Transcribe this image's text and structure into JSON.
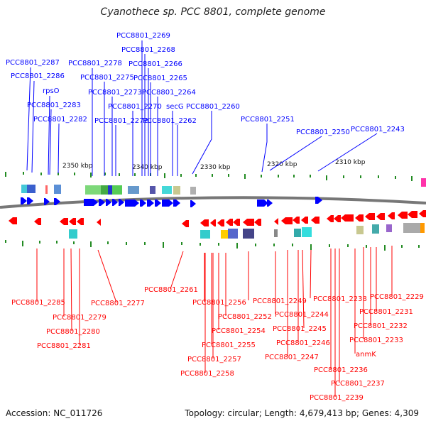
{
  "title": "Cyanothece sp. PCC 8801, complete genome",
  "footer": {
    "accession": "Accession: NC_011726",
    "topology": "Topology: circular; Length: 4,679,413 bp; Genes: 4,309"
  },
  "colors": {
    "top_strand": "#0000ff",
    "bottom_strand": "#ff0000",
    "tick": "#228b22",
    "backbone": "#777777"
  },
  "ruler": [
    {
      "label": "2350 kbp"
    },
    {
      "label": "2340 kbp"
    },
    {
      "label": "2330 kbp"
    },
    {
      "label": "2320 kbp"
    },
    {
      "label": "2310 kbp"
    }
  ],
  "top_labels": [
    {
      "text": "PCC8801_2287"
    },
    {
      "text": "PCC8801_2286"
    },
    {
      "text": "rpsO"
    },
    {
      "text": "PCC8801_2283"
    },
    {
      "text": "PCC8801_2282"
    },
    {
      "text": "PCC8801_2278"
    },
    {
      "text": "PCC8801_2275"
    },
    {
      "text": "PCC8801_2273"
    },
    {
      "text": "PCC8801_2272"
    },
    {
      "text": "PCC8801_2270"
    },
    {
      "text": "PCC8801_2269"
    },
    {
      "text": "PCC8801_2268"
    },
    {
      "text": "PCC8801_2266"
    },
    {
      "text": "PCC8801_2265"
    },
    {
      "text": "PCC8801_2264"
    },
    {
      "text": "secG"
    },
    {
      "text": "PCC8801_2262"
    },
    {
      "text": "PCC8801_2260"
    },
    {
      "text": "PCC8801_2251"
    },
    {
      "text": "PCC8801_2250"
    },
    {
      "text": "PCC8801_2243"
    }
  ],
  "bottom_labels": [
    {
      "text": "PCC8801_2285"
    },
    {
      "text": "PCC8801_2279"
    },
    {
      "text": "PCC8801_2280"
    },
    {
      "text": "PCC8801_2281"
    },
    {
      "text": "PCC8801_2277"
    },
    {
      "text": "PCC8801_2261"
    },
    {
      "text": "PCC8801_2256"
    },
    {
      "text": "PCC8801_2252"
    },
    {
      "text": "PCC8801_2254"
    },
    {
      "text": "PCC8801_2255"
    },
    {
      "text": "PCC8801_2257"
    },
    {
      "text": "PCC8801_2258"
    },
    {
      "text": "PCC8801_2249"
    },
    {
      "text": "PCC8801_2244"
    },
    {
      "text": "PCC8801_2245"
    },
    {
      "text": "PCC8801_2246"
    },
    {
      "text": "PCC8801_2247"
    },
    {
      "text": "PCC8801_2238"
    },
    {
      "text": "PCC8801_2236"
    },
    {
      "text": "PCC8801_2237"
    },
    {
      "text": "PCC8801_2239"
    },
    {
      "text": "anmK"
    },
    {
      "text": "PCC8801_2233"
    },
    {
      "text": "PCC8801_2232"
    },
    {
      "text": "PCC8801_2231"
    },
    {
      "text": "PCC8801_2229"
    }
  ]
}
